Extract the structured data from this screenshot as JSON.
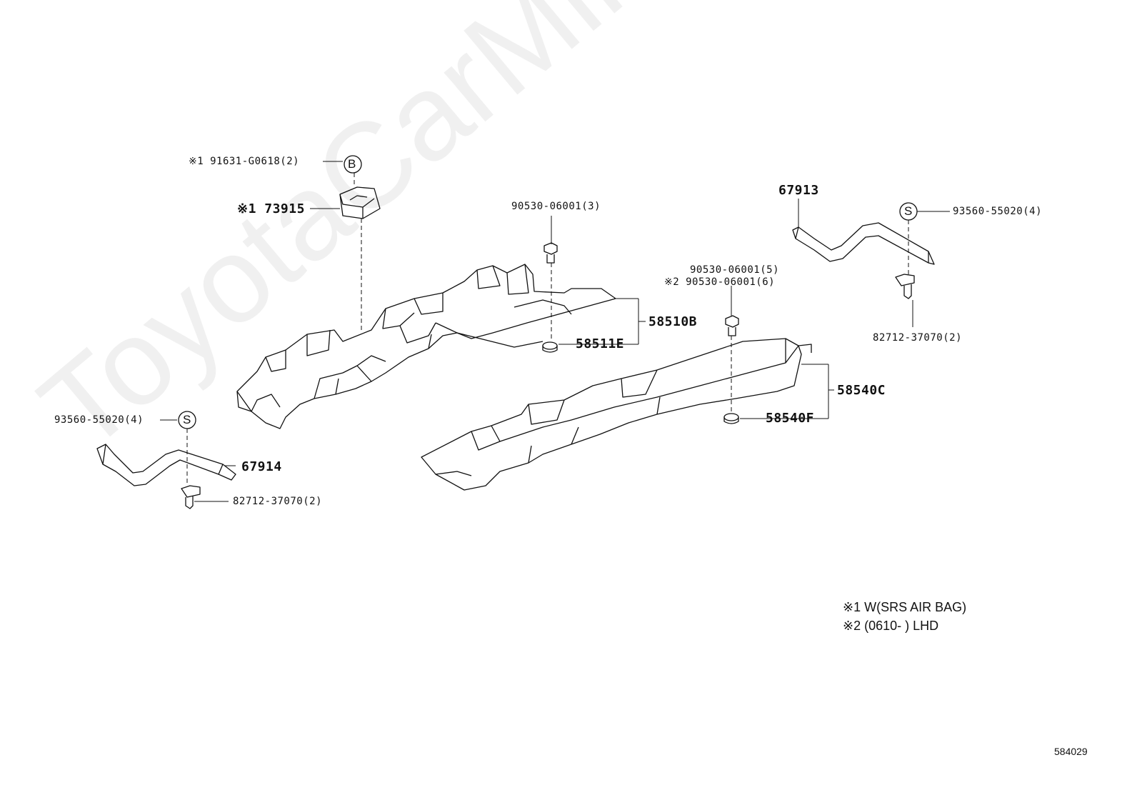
{
  "watermark": "ToyotaCarMine.ru",
  "diagram_id": "584029",
  "parts": {
    "p_91631": "※1 91631-G0618(2)",
    "p_73915": "※1 73915",
    "p_90530_3": "90530-06001(3)",
    "p_67913": "67913",
    "p_93560_right": "93560-55020(4)",
    "p_90530_5": "90530-06001(5)",
    "p_90530_6": "※2 90530-06001(6)",
    "p_58510B": "58510B",
    "p_58511E": "58511E",
    "p_82712_right": "82712-37070(2)",
    "p_58540C": "58540C",
    "p_58540F": "58540F",
    "p_93560_left": "93560-55020(4)",
    "p_67914": "67914",
    "p_82712_left": "82712-37070(2)"
  },
  "symbols": {
    "b_mark": "B",
    "s_mark_right": "S",
    "s_mark_left": "S"
  },
  "notes": {
    "note1": "※1  W(SRS AIR BAG)",
    "note2": "※2  (0610-        ) LHD"
  }
}
